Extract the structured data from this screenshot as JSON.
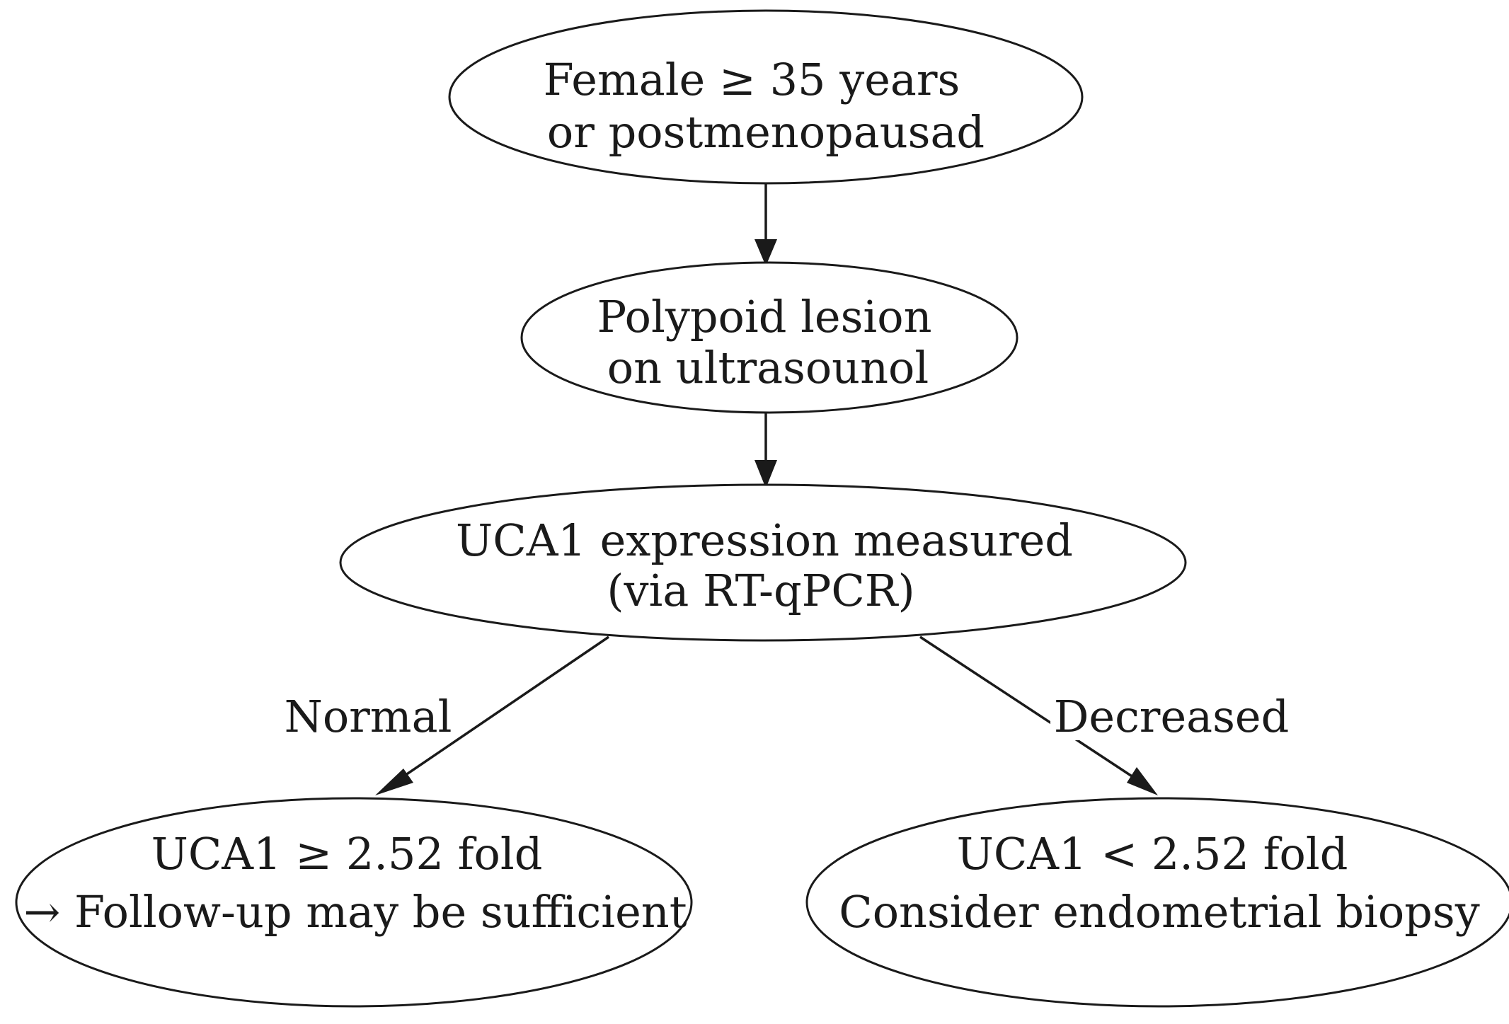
{
  "nodes": {
    "female": {
      "line1": "Female ≥ 35 years",
      "line2": "or postmenopausad"
    },
    "polypoid": {
      "line1": "Polypoid lesion",
      "line2": "on ultrasounol"
    },
    "uca1_measured": {
      "line1": "UCA1 expression measured",
      "line2": "(via RT-qPCR)"
    },
    "uca1_high": {
      "line1": "UCA1 ≥ 2.52 fold",
      "line2": "→ Follow-up may be sufficient"
    },
    "uca1_low": {
      "line1": "UCA1 < 2.52 fold",
      "line2": "Consider endometrial biopsy"
    }
  },
  "edges": {
    "normal_label": "Normal",
    "decreased_label": "Decreased"
  }
}
